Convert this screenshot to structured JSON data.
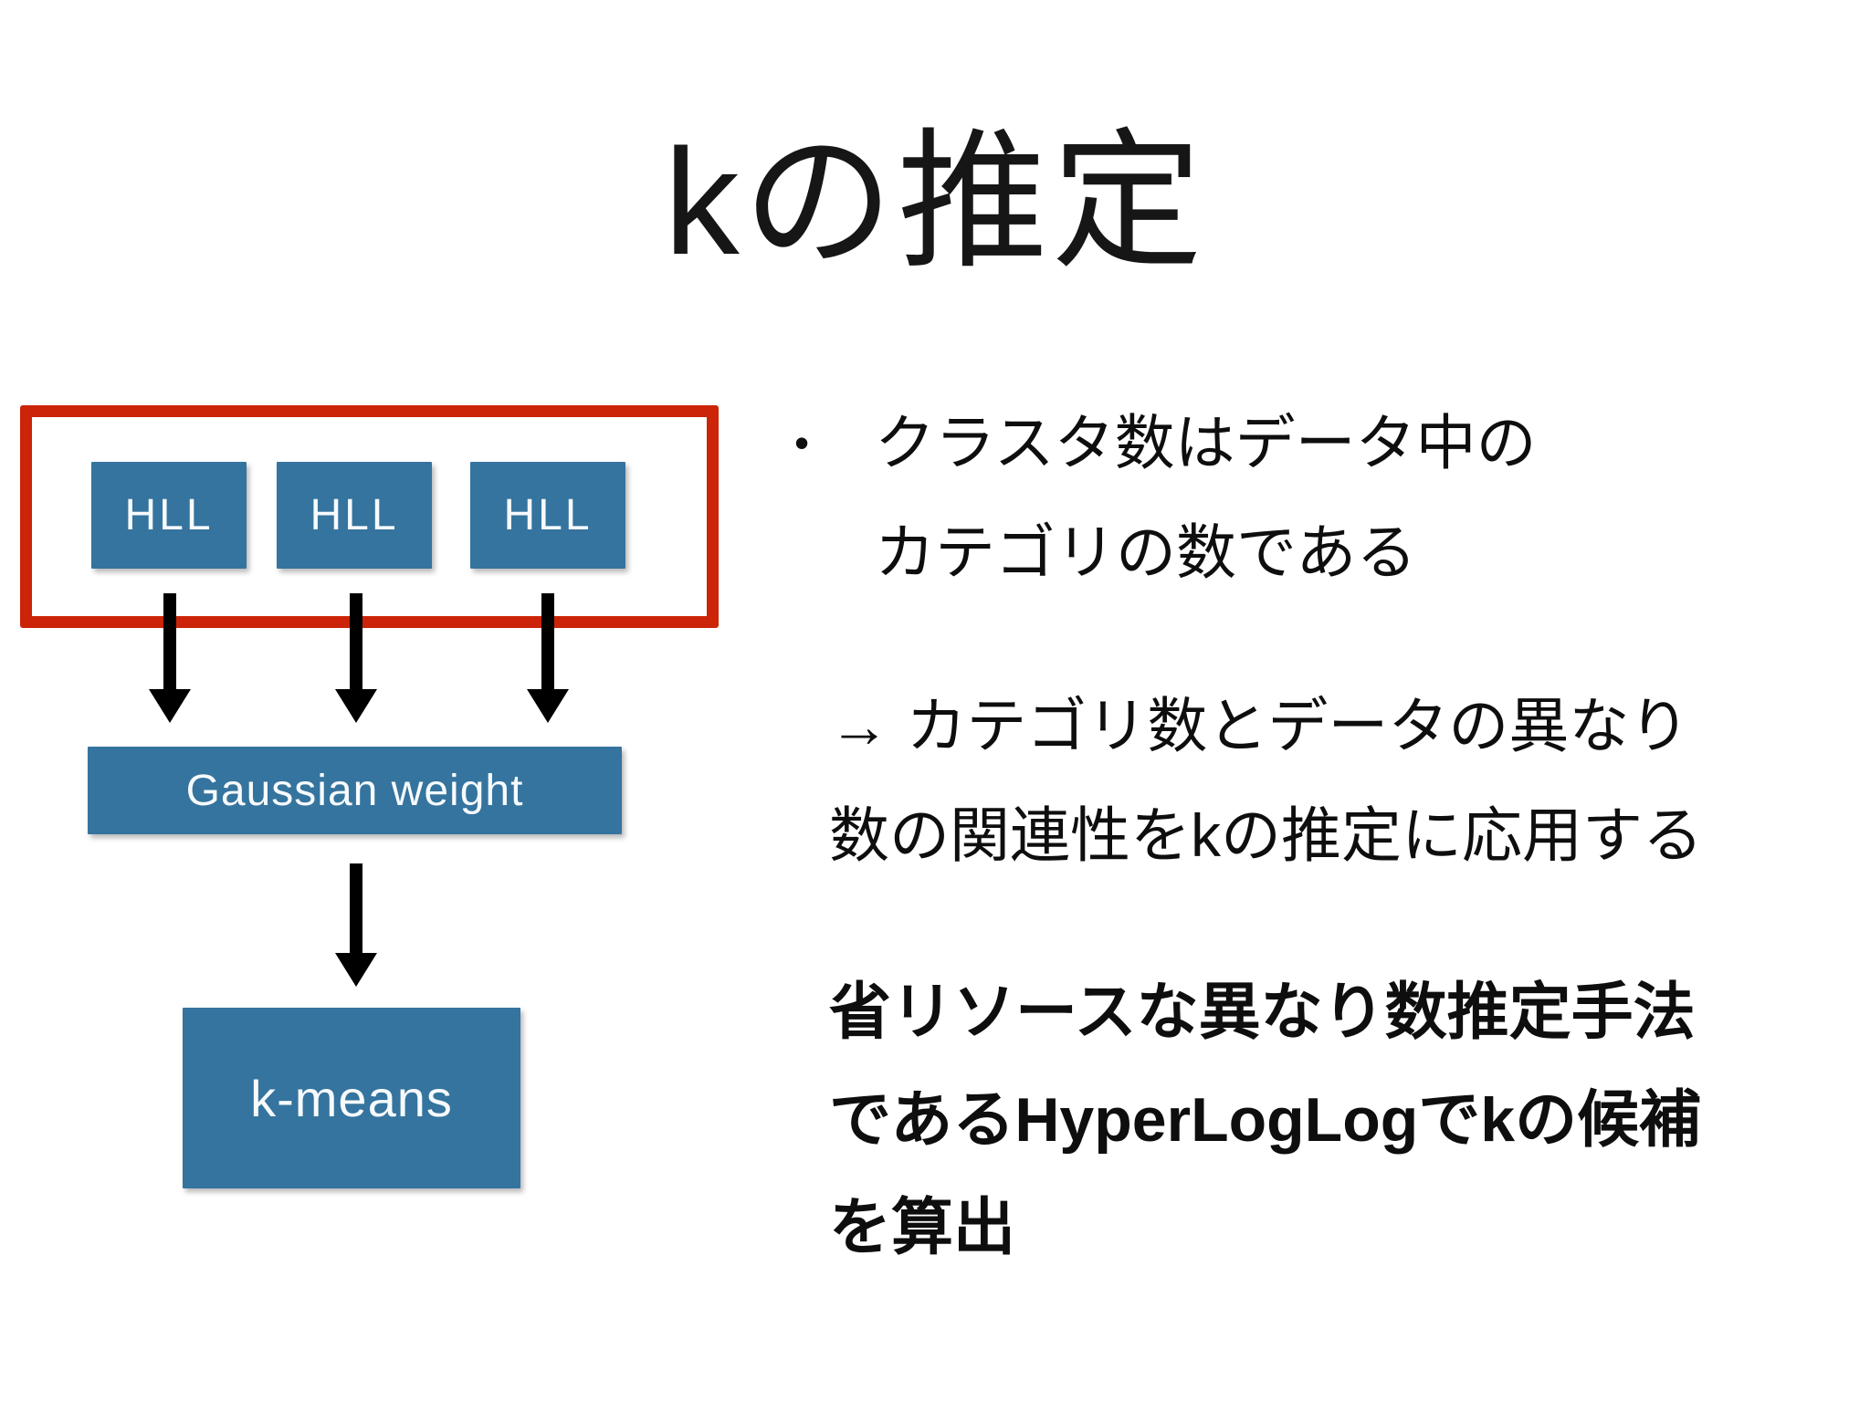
{
  "slide": {
    "title": "kの推定",
    "background": "#ffffff"
  },
  "diagram": {
    "colors": {
      "box_blue": "#35749e",
      "highlight_red": "#cb2408",
      "arrow_black": "#000000",
      "box_text_white": "#f7fafc"
    },
    "hll_boxes": [
      {
        "label": "HLL"
      },
      {
        "label": "HLL"
      },
      {
        "label": "HLL"
      }
    ],
    "gaussian_box": {
      "label": "Gaussian weight"
    },
    "kmeans_box": {
      "label": "k-means"
    }
  },
  "notes": {
    "bullet": {
      "marker": "•",
      "lines": [
        "クラスタ数はデータ中の",
        "カテゴリの数である"
      ]
    },
    "arrow_paragraph": {
      "lines": [
        "→ カテゴリ数とデータの異なり",
        "数の関連性をkの推定に応用する"
      ]
    },
    "bold_paragraph": {
      "lines": [
        "省リソースな異なり数推定手法",
        "であるHyperLogLogでkの候補",
        "を算出"
      ]
    }
  }
}
